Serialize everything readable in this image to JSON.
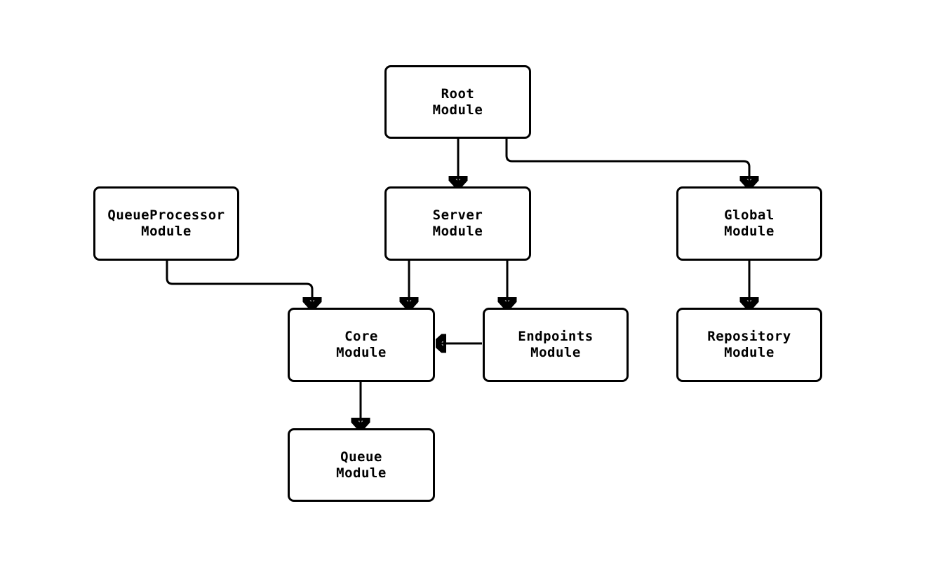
{
  "diagram": {
    "type": "flowchart",
    "direction": "top-down"
  },
  "style": {
    "background": "#ffffff",
    "node_fill": "#ffffff",
    "node_stroke": "#000000",
    "edge_color": "#000000",
    "text_color": "#000000"
  },
  "nodes": [
    {
      "id": "root-module",
      "line1": "Root",
      "line2": "Module"
    },
    {
      "id": "queueprocessor-module",
      "line1": "QueueProcessor",
      "line2": "Module"
    },
    {
      "id": "server-module",
      "line1": "Server",
      "line2": "Module"
    },
    {
      "id": "global-module",
      "line1": "Global",
      "line2": "Module"
    },
    {
      "id": "core-module",
      "line1": "Core",
      "line2": "Module"
    },
    {
      "id": "endpoints-module",
      "line1": "Endpoints",
      "line2": "Module"
    },
    {
      "id": "repository-module",
      "line1": "Repository",
      "line2": "Module"
    },
    {
      "id": "queue-module",
      "line1": "Queue",
      "line2": "Module"
    }
  ],
  "edges": [
    {
      "from": "Root Module",
      "to": "Server Module"
    },
    {
      "from": "Root Module",
      "to": "Global Module"
    },
    {
      "from": "QueueProcessor Module",
      "to": "Core Module"
    },
    {
      "from": "Server Module",
      "to": "Core Module"
    },
    {
      "from": "Server Module",
      "to": "Endpoints Module"
    },
    {
      "from": "Endpoints Module",
      "to": "Core Module"
    },
    {
      "from": "Global Module",
      "to": "Repository Module"
    },
    {
      "from": "Core Module",
      "to": "Queue Module"
    }
  ]
}
